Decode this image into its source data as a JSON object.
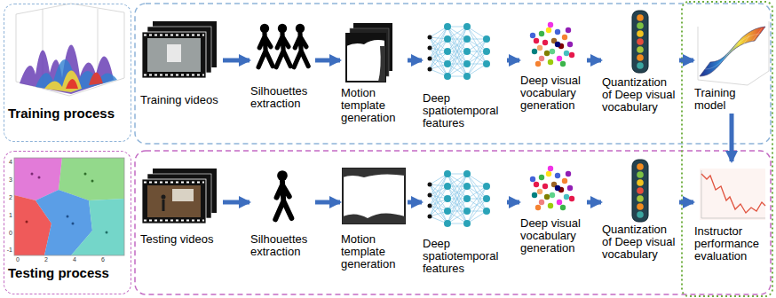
{
  "diagram": {
    "nodes": [
      {
        "text": [
          "Training process"
        ]
      },
      {
        "text": [
          "Training videos"
        ]
      },
      {
        "text": [
          "Silhouettes extraction"
        ]
      },
      {
        "text": [
          "Motion template generation"
        ]
      },
      {
        "text": [
          "Deep spatiotemporal features"
        ]
      },
      {
        "text": [
          "Deep visual vocabulary generation"
        ]
      },
      {
        "text": [
          "Quantization of Deep visual vocabulary"
        ]
      },
      {
        "text": [
          "Training model"
        ]
      },
      {
        "text": [
          "Testing process"
        ]
      },
      {
        "text": [
          "Testing videos"
        ]
      },
      {
        "text": [
          "Silhouettes extraction"
        ]
      },
      {
        "text": [
          "Motion template generation"
        ]
      },
      {
        "text": [
          "Deep spatiotemporal features"
        ]
      },
      {
        "text": [
          "Deep visual vocabulary generation"
        ]
      },
      {
        "text": [
          "Quantization of Deep visual vocabulary"
        ]
      },
      {
        "text": [
          "Instructor performance evaluation"
        ]
      }
    ],
    "edges": [
      {
        "from": 1,
        "to": 2,
        "arrow": "to"
      },
      {
        "from": 2,
        "to": 3,
        "arrow": "to"
      },
      {
        "from": 3,
        "to": 4,
        "arrow": "to"
      },
      {
        "from": 4,
        "to": 5,
        "arrow": "to"
      },
      {
        "from": 5,
        "to": 6,
        "arrow": "to"
      },
      {
        "from": 6,
        "to": 7,
        "arrow": "to"
      },
      {
        "from": 9,
        "to": 10,
        "arrow": "to"
      },
      {
        "from": 10,
        "to": 11,
        "arrow": "to"
      },
      {
        "from": 11,
        "to": 12,
        "arrow": "to"
      },
      {
        "from": 12,
        "to": 13,
        "arrow": "to"
      },
      {
        "from": 13,
        "to": 14,
        "arrow": "to"
      },
      {
        "from": 14,
        "to": 15,
        "arrow": "to"
      },
      {
        "from": 7,
        "to": 15,
        "arrow": "to"
      }
    ],
    "labels": [
      "4",
      "3",
      "2",
      "1",
      "0",
      "-1",
      "0",
      "2",
      "4",
      "6"
    ]
  }
}
